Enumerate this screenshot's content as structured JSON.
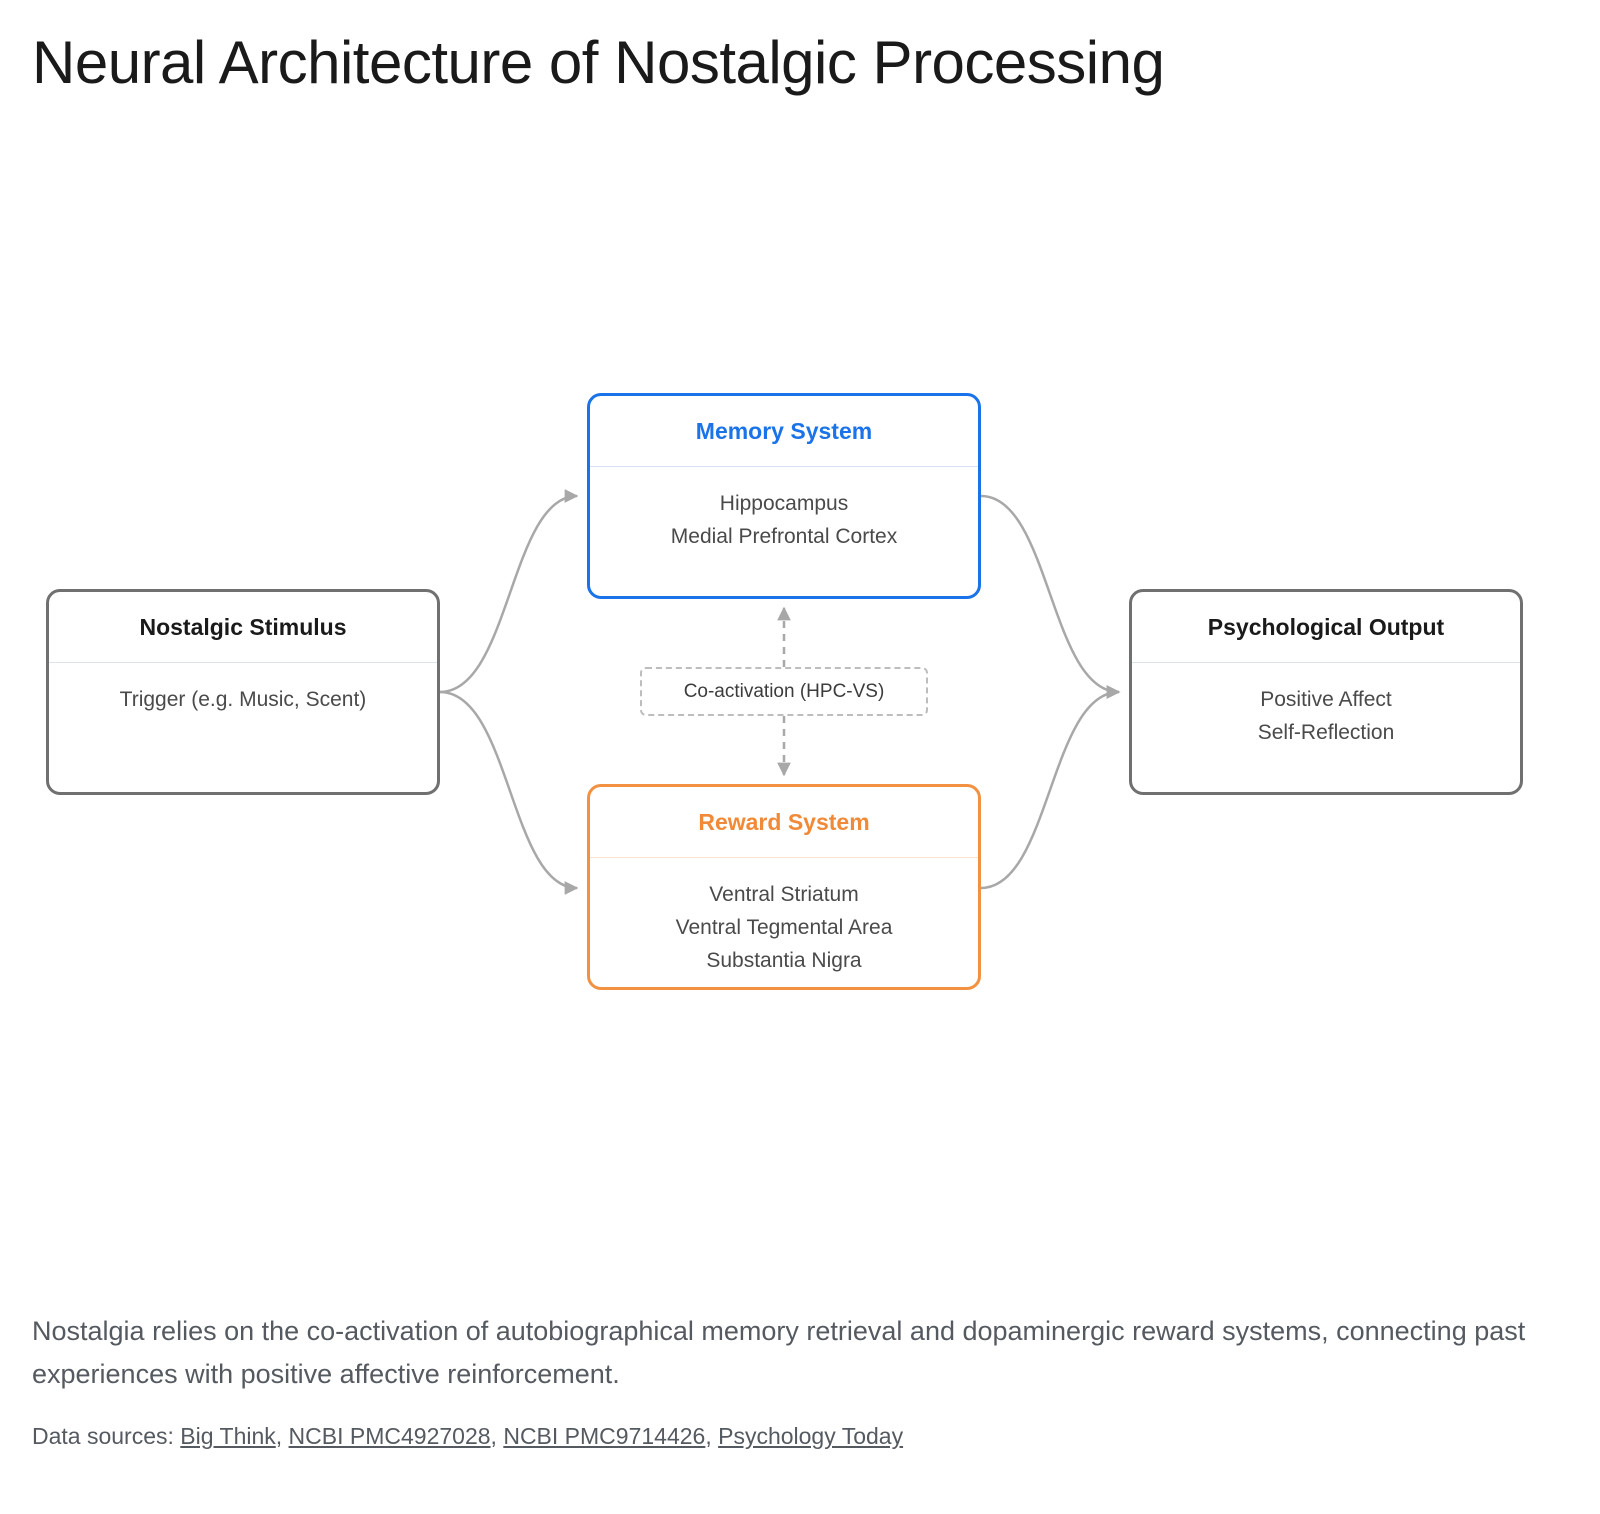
{
  "title": "Neural Architecture of Nostalgic Processing",
  "nodes": {
    "stimulus": {
      "title": "Nostalgic Stimulus",
      "lines": [
        "Trigger (e.g. Music, Scent)"
      ]
    },
    "memory": {
      "title": "Memory System",
      "lines": [
        "Hippocampus",
        "Medial Prefrontal Cortex"
      ]
    },
    "reward": {
      "title": "Reward System",
      "lines": [
        "Ventral Striatum",
        "Ventral Tegmental Area",
        "Substantia Nigra"
      ]
    },
    "output": {
      "title": "Psychological Output",
      "lines": [
        "Positive Affect",
        "Self-Reflection"
      ]
    }
  },
  "coactivation_label": "Co-activation (HPC-VS)",
  "caption": "Nostalgia relies on the co-activation of autobiographical memory retrieval and dopaminergic reward systems, connecting past experiences with positive affective reinforcement.",
  "sources": {
    "prefix": "Data sources: ",
    "links": [
      "Big Think",
      "NCBI PMC4927028",
      "NCBI PMC9714426",
      "Psychology Today"
    ],
    "separator": ", "
  },
  "colors": {
    "memory": "#1a73e8",
    "reward": "#f29141",
    "neutral": "#707070",
    "connector": "#a8a8a8"
  }
}
